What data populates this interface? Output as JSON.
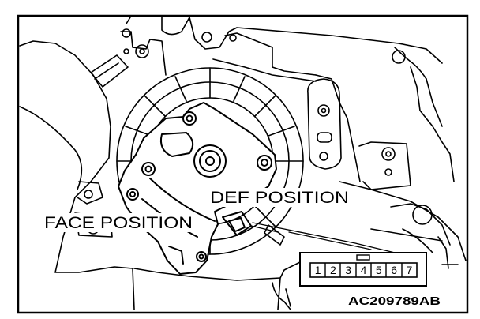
{
  "diagram": {
    "labels": {
      "def_position": "DEF POSITION",
      "face_position": "FACE POSITION"
    },
    "connector": {
      "terminals": [
        "1",
        "2",
        "3",
        "4",
        "5",
        "6",
        "7"
      ]
    },
    "figure_id": "AC209789AB"
  }
}
